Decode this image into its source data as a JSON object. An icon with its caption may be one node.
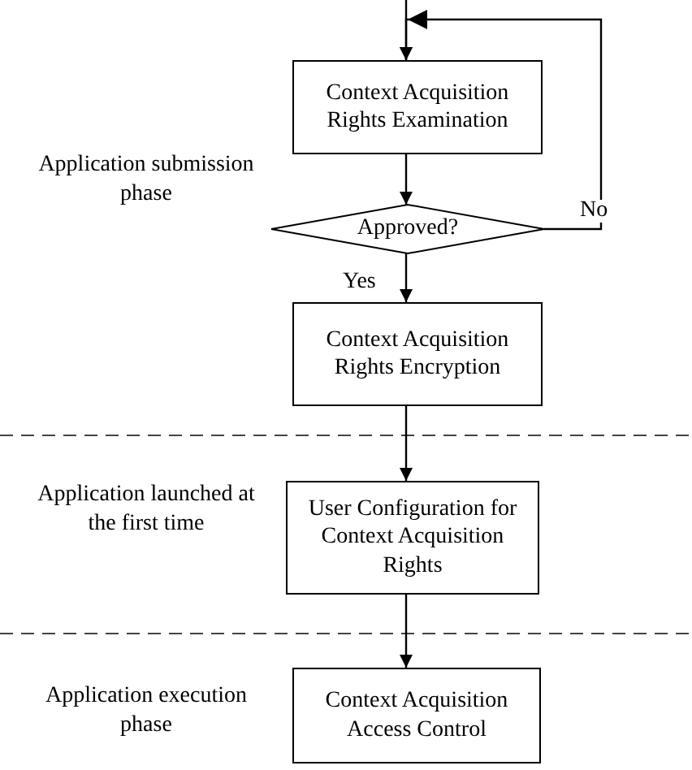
{
  "diagram": {
    "nodes": [
      {
        "text": [
          "Context Acquisition Rights Examination"
        ]
      },
      {
        "text": [
          "Approved?"
        ]
      },
      {
        "text": [
          "Context Acquisition Rights Encryption"
        ]
      },
      {
        "text": [
          "User Configuration for Context Acquisition Rights"
        ]
      },
      {
        "text": [
          "Context Acquisition Access Control"
        ]
      }
    ],
    "edges": [
      {
        "from": null,
        "to": 0,
        "arrow": "to"
      },
      {
        "from": 0,
        "to": 1,
        "arrow": "to"
      },
      {
        "from": 1,
        "to": 0,
        "arrow": "to",
        "label": "No"
      },
      {
        "from": 1,
        "to": 2,
        "arrow": "to",
        "label": "Yes"
      },
      {
        "from": 2,
        "to": 3,
        "arrow": "to"
      },
      {
        "from": 3,
        "to": 4,
        "arrow": "to"
      }
    ],
    "labels": [
      "Application submission phase",
      "Application launched at the first time",
      "Application execution phase"
    ]
  }
}
